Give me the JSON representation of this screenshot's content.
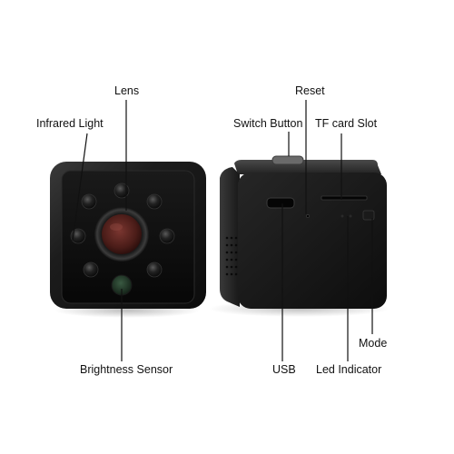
{
  "labels": {
    "lens": "Lens",
    "infrared_light": "Infrared Light",
    "brightness_sensor": "Brightness Sensor",
    "reset": "Reset",
    "switch_button": "Switch Button",
    "tf_card_slot": "TF card Slot",
    "usb": "USB",
    "led_indicator": "Led Indicator",
    "mode": "Mode"
  },
  "colors": {
    "body_black": "#141414",
    "face_dark": "#0b0b0b",
    "lens_red": "#5a2420",
    "sensor_green": "#23402c",
    "background": "#ffffff"
  }
}
